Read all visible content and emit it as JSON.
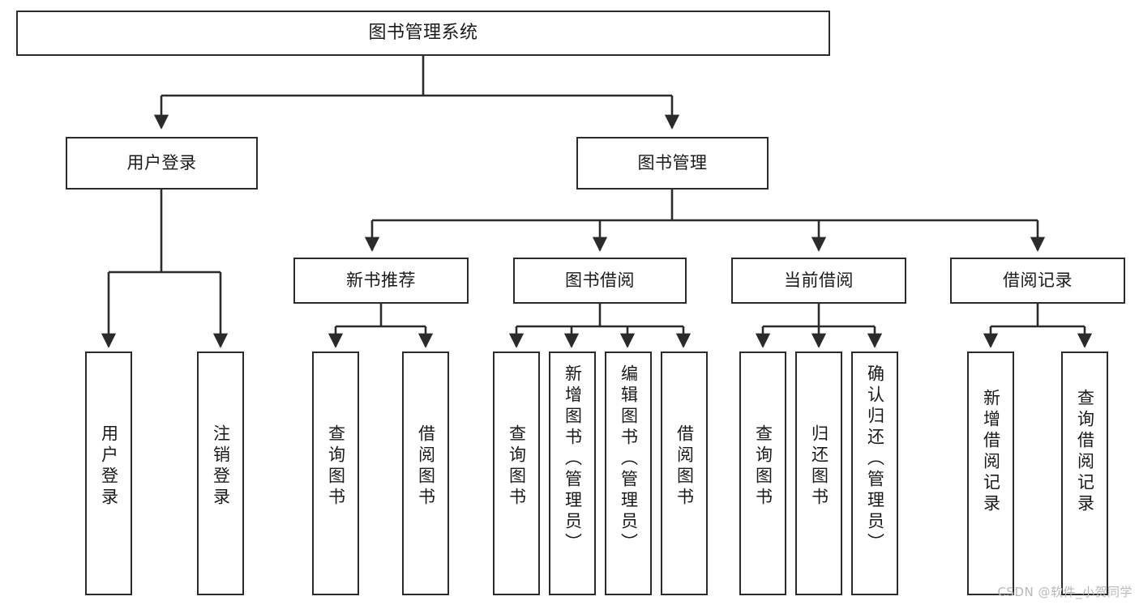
{
  "diagram": {
    "type": "tree-flowchart",
    "root": {
      "label": "图书管理系统"
    },
    "level2": [
      {
        "label": "用户登录"
      },
      {
        "label": "图书管理"
      }
    ],
    "level3": [
      {
        "label": "新书推荐"
      },
      {
        "label": "图书借阅"
      },
      {
        "label": "当前借阅"
      },
      {
        "label": "借阅记录"
      }
    ],
    "leaves": {
      "user_login": [
        {
          "label": "用户登录"
        },
        {
          "label": "注销登录"
        }
      ],
      "new_book": [
        {
          "label": "查询图书"
        },
        {
          "label": "借阅图书"
        }
      ],
      "book_borrow": [
        {
          "label": "查询图书"
        },
        {
          "label": "新增图书（管理员）"
        },
        {
          "label": "编辑图书（管理员）"
        },
        {
          "label": "借阅图书"
        }
      ],
      "current_borrow": [
        {
          "label": "查询图书"
        },
        {
          "label": "归还图书"
        },
        {
          "label": "确认归还（管理员）"
        }
      ],
      "borrow_record": [
        {
          "label": "新增借阅记录"
        },
        {
          "label": "查询借阅记录"
        }
      ]
    }
  },
  "watermark": {
    "text": "CSDN @软件_小贺同学"
  },
  "colors": {
    "stroke": "#2b2b2b",
    "background": "#ffffff",
    "text": "#1a1a1a",
    "watermark": "#b9b9b9"
  }
}
